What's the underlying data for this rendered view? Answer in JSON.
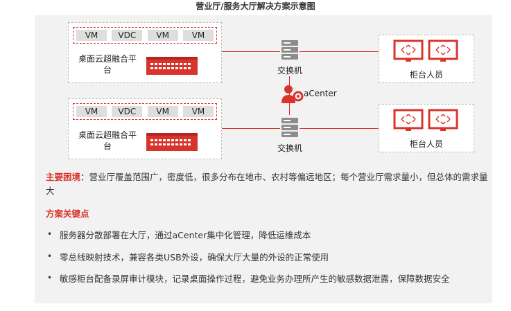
{
  "title": "营业厅/服务大厅解决方案示意图",
  "platforms": [
    {
      "vms": [
        "VM",
        "VDC",
        "VM",
        "VM"
      ],
      "label": "桌面云超融合平台"
    },
    {
      "vms": [
        "VM",
        "VDC",
        "VM",
        "VM"
      ],
      "label": "桌面云超融合平台"
    }
  ],
  "switches": [
    "交换机",
    "交换机"
  ],
  "acenter_label": "aCenter",
  "counters": [
    "柜台人员",
    "柜台人员"
  ],
  "difficulty_label": "主要困境：",
  "difficulty_text": "营业厅覆盖范围广，密度低，很多分布在地市、农村等偏远地区；每个营业厅需求量小，但总体的需求量大",
  "key_points_title": "方案关键点",
  "key_points": [
    "服务器分散部署在大厅，通过aCenter集中化管理，降低运维成本",
    "零总线映射技术，兼容各类USB外设，确保大厅大量的外设的正常使用",
    "敏感柜台配备录屏审计模块，记录桌面操作过程，避免业务办理所产生的敏感数据泄露，保障数据安全"
  ],
  "colors": {
    "accent": "#d9342b",
    "panel": "#f2f2f2",
    "chip": "#dedede"
  }
}
